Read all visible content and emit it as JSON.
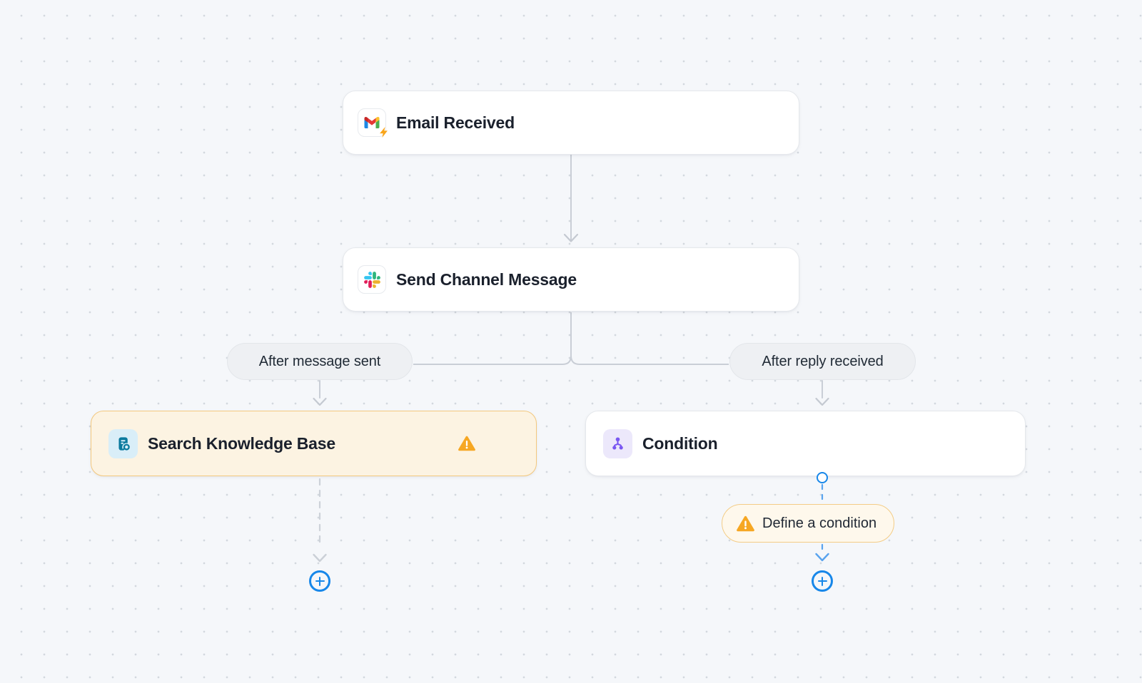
{
  "workflow": {
    "trigger": {
      "title": "Email Received",
      "app": "gmail"
    },
    "send_message": {
      "title": "Send Channel Message",
      "app": "slack"
    },
    "search_kb": {
      "title": "Search Knowledge Base",
      "app": "knowledge-base",
      "has_warning": true
    },
    "condition": {
      "title": "Condition",
      "app": "condition",
      "has_warning": true
    },
    "branch_labels": {
      "left": "After message sent",
      "right": "After reply received"
    },
    "hints": {
      "condition_warning": "Define a condition"
    }
  },
  "colors": {
    "canvas_bg": "#F5F7FA",
    "accent_blue": "#1787E9",
    "connector_gray": "#C9CED6",
    "warning_amber": "#F6A723",
    "warn_node_bg": "#FCF3E2",
    "warn_node_border": "#F3C87E",
    "warn_pill_bg": "#FEF8EC",
    "kb_icon_bg": "#D9EEF8",
    "kb_icon_glyph": "#0B7A9E",
    "condition_icon_bg": "#ECE8FB",
    "condition_icon_glyph": "#7957F2"
  }
}
